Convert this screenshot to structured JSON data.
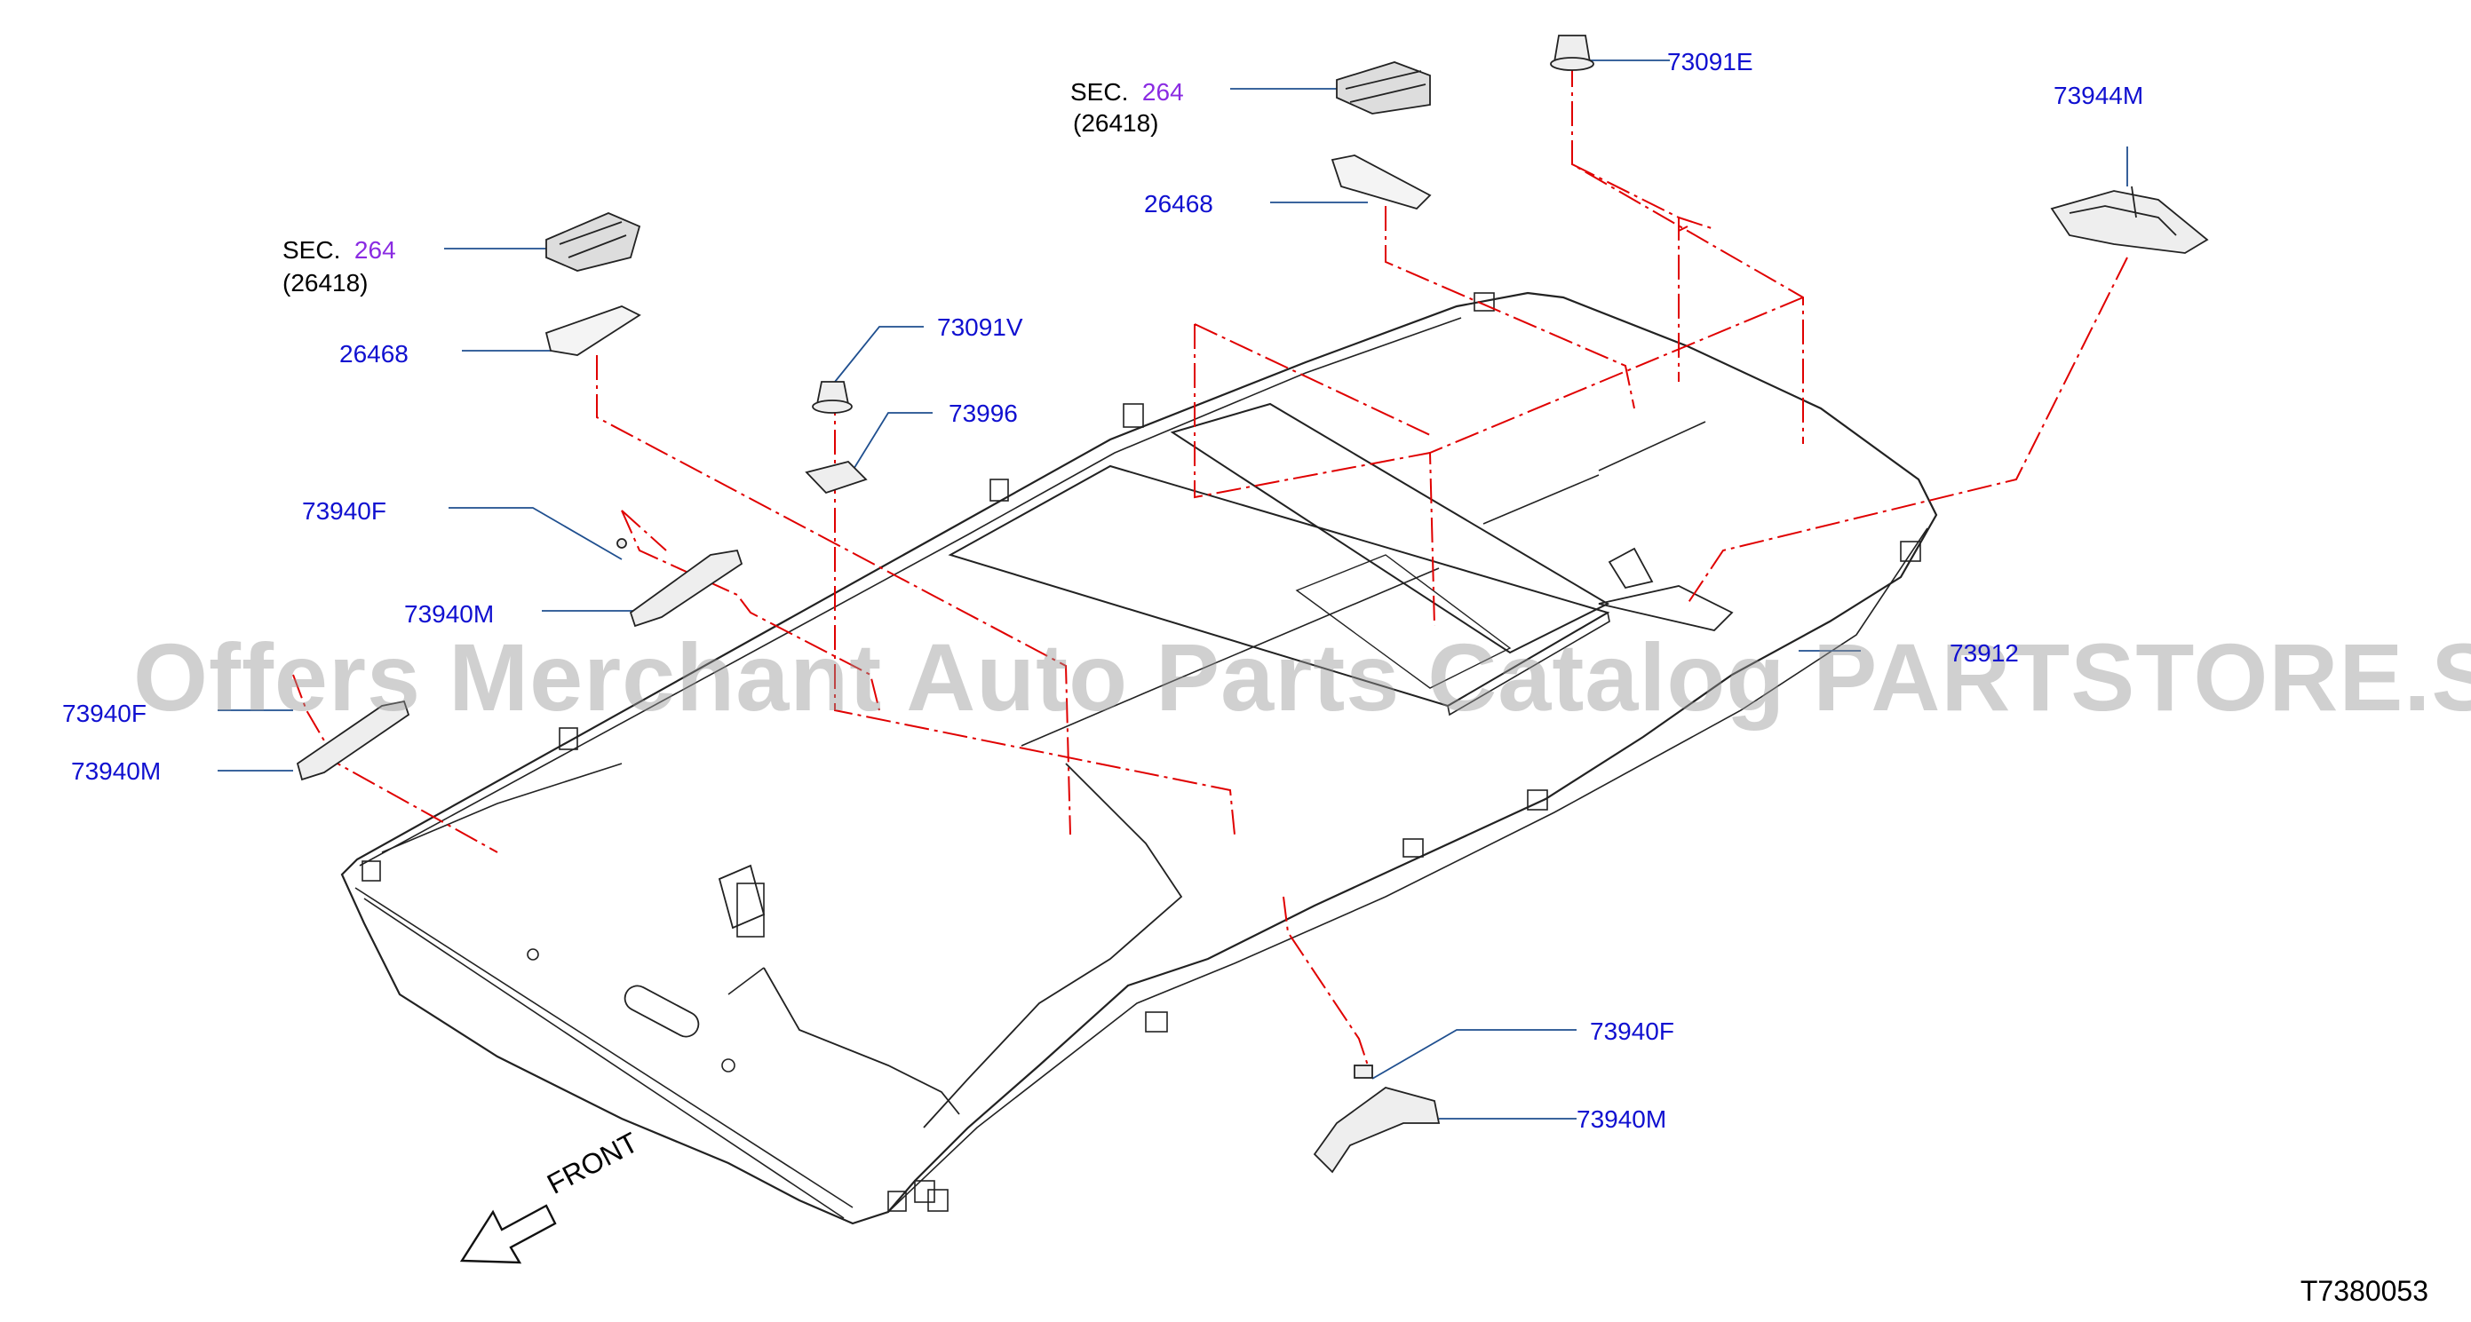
{
  "watermark": "Offers Merchant Auto Parts Catalog PARTSTORE.SA",
  "diagram_code": "T7380053",
  "front_label": "FRONT",
  "colors": {
    "part_number": "#1010d0",
    "section_ref": "#8a2be2",
    "leader": "#1f4f8f",
    "dash": "#e00000"
  },
  "callouts": {
    "sec_left": {
      "prefix": "SEC.",
      "number": "264",
      "sub": "(26418)"
    },
    "sec_top": {
      "prefix": "SEC.",
      "number": "264",
      "sub": "(26418)"
    },
    "p26468_left": "26468",
    "p26468_top": "26468",
    "p73091V": "73091V",
    "p73996": "73996",
    "p73091E": "73091E",
    "p73944M": "73944M",
    "p73940F_a": "73940F",
    "p73940M_a": "73940M",
    "p73940F_b": "73940F",
    "p73940M_b": "73940M",
    "p73940F_c": "73940F",
    "p73940M_c": "73940M",
    "p739x2_partial": "73912"
  }
}
